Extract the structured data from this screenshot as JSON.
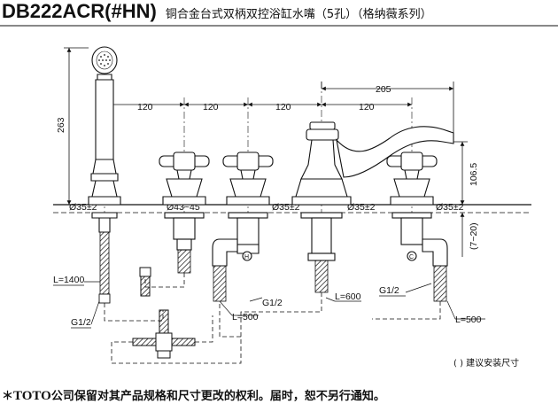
{
  "title": {
    "model": "DB222ACR(#HN)",
    "description": "铜合金台式双柄双控浴缸水嘴（5孔）（格纳薇系列）"
  },
  "dimensions": {
    "spacing_1": "120",
    "spacing_2": "120",
    "spacing_3": "120",
    "spacing_4": "120",
    "spout_reach": "205",
    "shower_height": "263",
    "spout_height": "106.5",
    "deck_range": "(7~20)",
    "hole_shower": "Ø35±2",
    "hole_left_valve": "Ø43~45",
    "hole_mid_valve": "Ø35±2",
    "hole_spout": "Ø35±2",
    "hole_right_valve": "Ø35±2"
  },
  "labels": {
    "hose_shower": "L=1400",
    "thread_shower": "G1/2",
    "hose_left": "L=500",
    "thread_left": "G1/2",
    "hose_spout": "L=600",
    "thread_right": "G1/2",
    "hose_right": "L=500",
    "hot_mark": "H",
    "cold_mark": "C",
    "suggest_note": "( ) 建议安装尺寸"
  },
  "footer": {
    "star": "＊",
    "brand": "TOTO",
    "text": "公司保留对其产品规格和尺寸更改的权利。届时，恕不另行通知。"
  }
}
